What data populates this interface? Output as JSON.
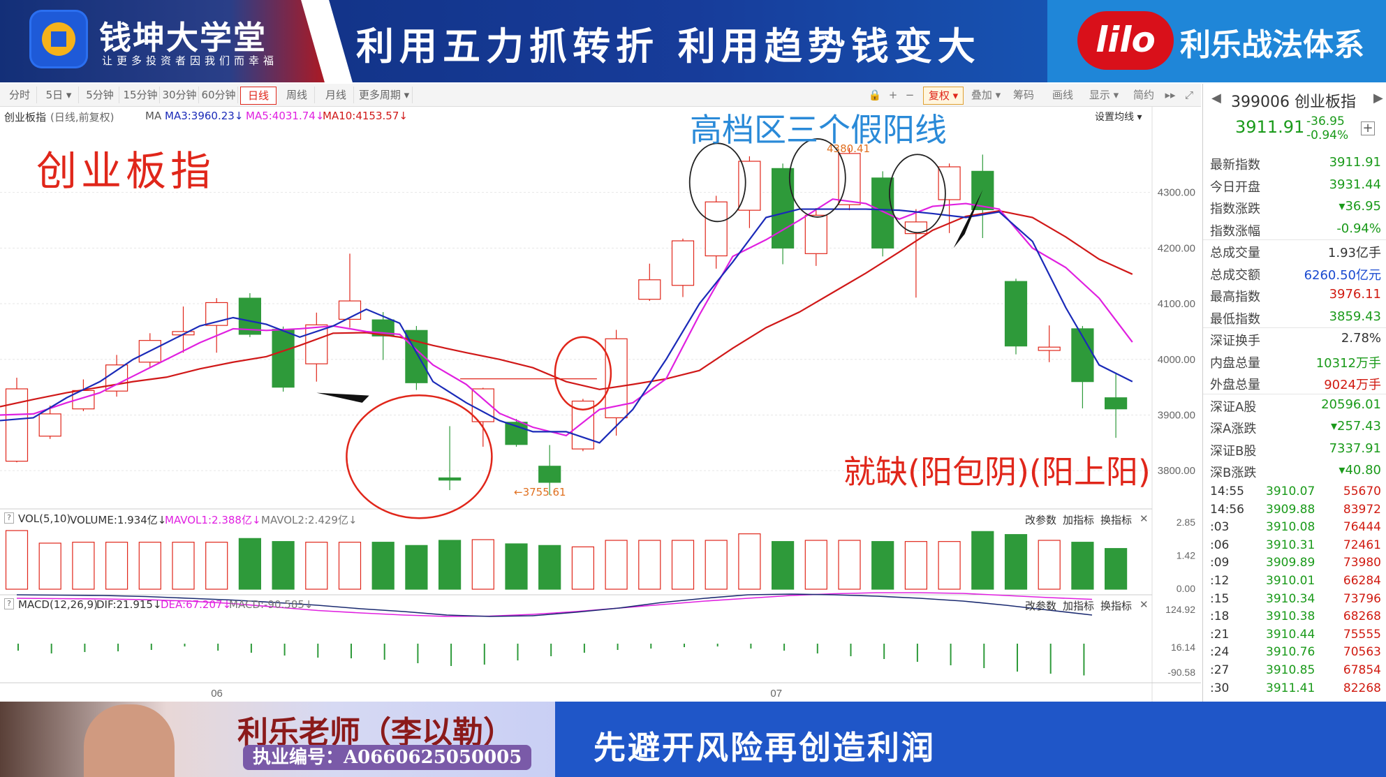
{
  "banner": {
    "brand_name": "钱坤大学堂",
    "brand_sub": "让更多投资者因我们而幸福",
    "slogan": "利用五力抓转折 利用趋势钱变大",
    "lilo_logo": "lilo",
    "lilo_text": "利乐战法体系"
  },
  "toolbar": {
    "periods": [
      "分时",
      "5日 ▾",
      "5分钟",
      "15分钟",
      "30分钟",
      "60分钟",
      "日线",
      "周线",
      "月线",
      "更多周期 ▾"
    ],
    "active_period": "日线",
    "right_buttons": [
      "复权 ▾",
      "叠加 ▾",
      "筹码",
      "画线",
      "显示 ▾",
      "简约"
    ]
  },
  "chart_header": {
    "name": "创业板指",
    "mode": "(日线,前复权)",
    "ma_label": "MA",
    "ma3": "MA3:3960.23↓",
    "ma5": "MA5:4031.74↓",
    "ma10": "MA10:4153.57↓",
    "settings": "设置均线 ▾"
  },
  "annotations": {
    "title_overlay": "创业板指",
    "top_note": "高档区三个假阳线",
    "bottom_note": "就缺(阳包阴)(阳上阳)",
    "high_label": "4380.41",
    "low_label": "←3755.61"
  },
  "vol_header": {
    "label": "VOL(5,10)",
    "volume": "VOLUME:1.934亿↓",
    "mavol1": "MAVOL1:2.388亿↓",
    "mavol2": "MAVOL2:2.429亿↓",
    "tools": [
      "改参数",
      "加指标",
      "换指标"
    ]
  },
  "macd_header": {
    "label": "MACD(12,26,9)",
    "dif": "DIF:21.915↓",
    "dea": "DEA:67.207↓",
    "macd": "MACD:-90.585↓",
    "tools": [
      "改参数",
      "加指标",
      "换指标"
    ]
  },
  "x_axis_labels": [
    "06",
    "07"
  ],
  "chart_data": {
    "type": "candlestick",
    "price_ticks": [
      4300,
      4200,
      4100,
      4000,
      3900,
      3800
    ],
    "price_tick_labels": [
      "4300.00",
      "4200.00",
      "4100.00",
      "4000.00",
      "3900.00",
      "3800.00"
    ],
    "ylim": [
      3740,
      4420
    ],
    "vol_ticks": [
      "2.85",
      "1.42",
      "0.00"
    ],
    "vol_max": 2.85,
    "macd_ticks": [
      "124.92",
      "16.14",
      "-90.58"
    ],
    "candles": [
      {
        "o": 3817,
        "c": 3947,
        "h": 3967,
        "l": 3815
      },
      {
        "o": 3862,
        "c": 3902,
        "h": 3917,
        "l": 3857
      },
      {
        "o": 3911,
        "c": 3944,
        "h": 3964,
        "l": 3907
      },
      {
        "o": 3943,
        "c": 3990,
        "h": 4008,
        "l": 3933
      },
      {
        "o": 3995,
        "c": 4034,
        "h": 4047,
        "l": 3985
      },
      {
        "o": 4044,
        "c": 4050,
        "h": 4095,
        "l": 4012
      },
      {
        "o": 4061,
        "c": 4102,
        "h": 4110,
        "l": 4012
      },
      {
        "o": 4110,
        "c": 4045,
        "h": 4119,
        "l": 4040
      },
      {
        "o": 4054,
        "c": 3950,
        "h": 4059,
        "l": 3942
      },
      {
        "o": 3992,
        "c": 4062,
        "h": 4084,
        "l": 3960
      },
      {
        "o": 4072,
        "c": 4105,
        "h": 4190,
        "l": 4057
      },
      {
        "o": 4071,
        "c": 4042,
        "h": 4085,
        "l": 3999
      },
      {
        "o": 4052,
        "c": 3958,
        "h": 4060,
        "l": 3945
      },
      {
        "o": 3787,
        "c": 3783,
        "h": 3880,
        "l": 3765
      },
      {
        "o": 3888,
        "c": 3947,
        "h": 3949,
        "l": 3843
      },
      {
        "o": 3887,
        "c": 3847,
        "h": 3893,
        "l": 3843
      },
      {
        "o": 3808,
        "c": 3779,
        "h": 3846,
        "l": 3756
      },
      {
        "o": 3839,
        "c": 3925,
        "h": 3929,
        "l": 3835
      },
      {
        "o": 3895,
        "c": 4037,
        "h": 4053,
        "l": 3863
      },
      {
        "o": 4108,
        "c": 4143,
        "h": 4172,
        "l": 4105
      },
      {
        "o": 4133,
        "c": 4213,
        "h": 4217,
        "l": 4112
      },
      {
        "o": 4186,
        "c": 4283,
        "h": 4294,
        "l": 4163
      },
      {
        "o": 4268,
        "c": 4356,
        "h": 4365,
        "l": 4236
      },
      {
        "o": 4343,
        "c": 4200,
        "h": 4352,
        "l": 4171
      },
      {
        "o": 4190,
        "c": 4259,
        "h": 4272,
        "l": 4168
      },
      {
        "o": 4278,
        "c": 4370,
        "h": 4380,
        "l": 4268
      },
      {
        "o": 4326,
        "c": 4200,
        "h": 4338,
        "l": 4185
      },
      {
        "o": 4226,
        "c": 4247,
        "h": 4270,
        "l": 4111
      },
      {
        "o": 4287,
        "c": 4346,
        "h": 4352,
        "l": 4227
      },
      {
        "o": 4338,
        "c": 4269,
        "h": 4368,
        "l": 4218
      },
      {
        "o": 4140,
        "c": 4024,
        "h": 4145,
        "l": 4009
      },
      {
        "o": 4016,
        "c": 4022,
        "h": 4061,
        "l": 3995
      },
      {
        "o": 4055,
        "c": 3960,
        "h": 4060,
        "l": 3912
      },
      {
        "o": 3931,
        "c": 3911,
        "h": 3976,
        "l": 3859
      }
    ],
    "ma3": [
      3890,
      3895,
      3931,
      3960,
      4000,
      4030,
      4060,
      4075,
      4063,
      4040,
      4060,
      4090,
      4065,
      3960,
      3922,
      3890,
      3870,
      3870,
      3850,
      3910,
      4000,
      4100,
      4175,
      4255,
      4270,
      4270,
      4270,
      4268,
      4262,
      4255,
      4265,
      4212,
      4093,
      3990,
      3960
    ],
    "ma5": [
      3900,
      3902,
      3922,
      3940,
      3970,
      4000,
      4030,
      4055,
      4052,
      4055,
      4060,
      4050,
      4045,
      3990,
      3955,
      3903,
      3878,
      3863,
      3910,
      3922,
      3965,
      4080,
      4185,
      4215,
      4250,
      4288,
      4280,
      4252,
      4275,
      4280,
      4270,
      4200,
      4165,
      4110,
      4031
    ],
    "ma10": [
      3915,
      3928,
      3940,
      3950,
      3960,
      3968,
      3983,
      3995,
      4005,
      4025,
      4047,
      4048,
      4040,
      4025,
      4012,
      4000,
      3985,
      3960,
      3946,
      3955,
      3965,
      3980,
      4020,
      4057,
      4085,
      4120,
      4155,
      4193,
      4232,
      4257,
      4267,
      4255,
      4220,
      4180,
      4153
    ],
    "volume": [
      2.52,
      1.98,
      2.02,
      2.02,
      2.02,
      2.02,
      2.02,
      2.18,
      2.05,
      2.02,
      2.02,
      2.02,
      1.88,
      2.1,
      2.13,
      1.95,
      1.88,
      1.82,
      2.1,
      2.1,
      2.1,
      2.1,
      2.38,
      2.05,
      2.1,
      2.1,
      2.05,
      2.05,
      2.05,
      2.48,
      2.35,
      2.1,
      2.02,
      1.75
    ],
    "macd_hist": [
      -20,
      -28,
      -24,
      -22,
      -18,
      -8,
      -20,
      -26,
      -34,
      -40,
      -42,
      -46,
      -56,
      -64,
      -60,
      -48,
      -36,
      -26,
      -18,
      -14,
      -10,
      -8,
      -14,
      -20,
      -28,
      -36,
      -44,
      -52,
      -62,
      -70,
      -80,
      -86,
      -91
    ],
    "dif": [
      80,
      79,
      78,
      75,
      70,
      65,
      58,
      50,
      40,
      32,
      22,
      18,
      20,
      30,
      42,
      58,
      70,
      80,
      82,
      80,
      76,
      70,
      62,
      50,
      36,
      22
    ],
    "dea": [
      70,
      69,
      68,
      66,
      62,
      55,
      45,
      35,
      28,
      22,
      18,
      19,
      24,
      32,
      42,
      52,
      62,
      70,
      78,
      83,
      86,
      86,
      84,
      78,
      72,
      67
    ]
  },
  "right_panel": {
    "code": "399006 创业板指",
    "price": "3911.91",
    "change": "-36.95",
    "change_pct": "-0.94%",
    "rows": [
      {
        "k": "最新指数",
        "v": "3911.91",
        "color": "#1a9a1a"
      },
      {
        "k": "今日开盘",
        "v": "3931.44",
        "color": "#1a9a1a"
      },
      {
        "k": "指数涨跌",
        "v": "▾36.95",
        "color": "#1a9a1a"
      },
      {
        "k": "指数涨幅",
        "v": "-0.94%",
        "color": "#1a9a1a"
      },
      {
        "k": "总成交量",
        "v": "1.93亿手",
        "color": "#333333"
      },
      {
        "k": "总成交额",
        "v": "6260.50亿元",
        "color": "#1a4ad0"
      },
      {
        "k": "最高指数",
        "v": "3976.11",
        "color": "#d01a10"
      },
      {
        "k": "最低指数",
        "v": "3859.43",
        "color": "#1a9a1a"
      },
      {
        "k": "深证换手",
        "v": "2.78%",
        "color": "#333333"
      },
      {
        "k": "内盘总量",
        "v": "10312万手",
        "color": "#1a9a1a"
      },
      {
        "k": "外盘总量",
        "v": "9024万手",
        "color": "#d01a10"
      },
      {
        "k": "深证A股",
        "v": "20596.01",
        "color": "#1a9a1a"
      },
      {
        "k": "深A涨跌",
        "v": "▾257.43",
        "color": "#1a9a1a"
      },
      {
        "k": "深证B股",
        "v": "7337.91",
        "color": "#1a9a1a"
      },
      {
        "k": "深B涨跌",
        "v": "▾40.80",
        "color": "#1a9a1a"
      }
    ],
    "ticks": [
      {
        "t": "14:55",
        "p": "3910.07",
        "v": "55670"
      },
      {
        "t": "14:56",
        "p": "3909.88",
        "v": "83972"
      },
      {
        "t": ":03",
        "p": "3910.08",
        "v": "76444"
      },
      {
        "t": ":06",
        "p": "3910.31",
        "v": "72461"
      },
      {
        "t": ":09",
        "p": "3909.89",
        "v": "73980"
      },
      {
        "t": ":12",
        "p": "3910.01",
        "v": "66284"
      },
      {
        "t": ":15",
        "p": "3910.34",
        "v": "73796"
      },
      {
        "t": ":18",
        "p": "3910.38",
        "v": "68268"
      },
      {
        "t": ":21",
        "p": "3910.44",
        "v": "75555"
      },
      {
        "t": ":24",
        "p": "3910.76",
        "v": "70563"
      },
      {
        "t": ":27",
        "p": "3910.85",
        "v": "67854"
      },
      {
        "t": ":30",
        "p": "3911.41",
        "v": "82268"
      }
    ]
  },
  "bottom": {
    "teacher_name": "利乐老师（李以勒）",
    "teacher_id": "执业编号：A0660625050005",
    "slogan": "先避开风险再创造利润"
  },
  "colors": {
    "up": "#e0261a",
    "down": "#2e9a3a",
    "ma3": "#1a2ab8",
    "ma5": "#e020e0",
    "ma10": "#d01818"
  }
}
